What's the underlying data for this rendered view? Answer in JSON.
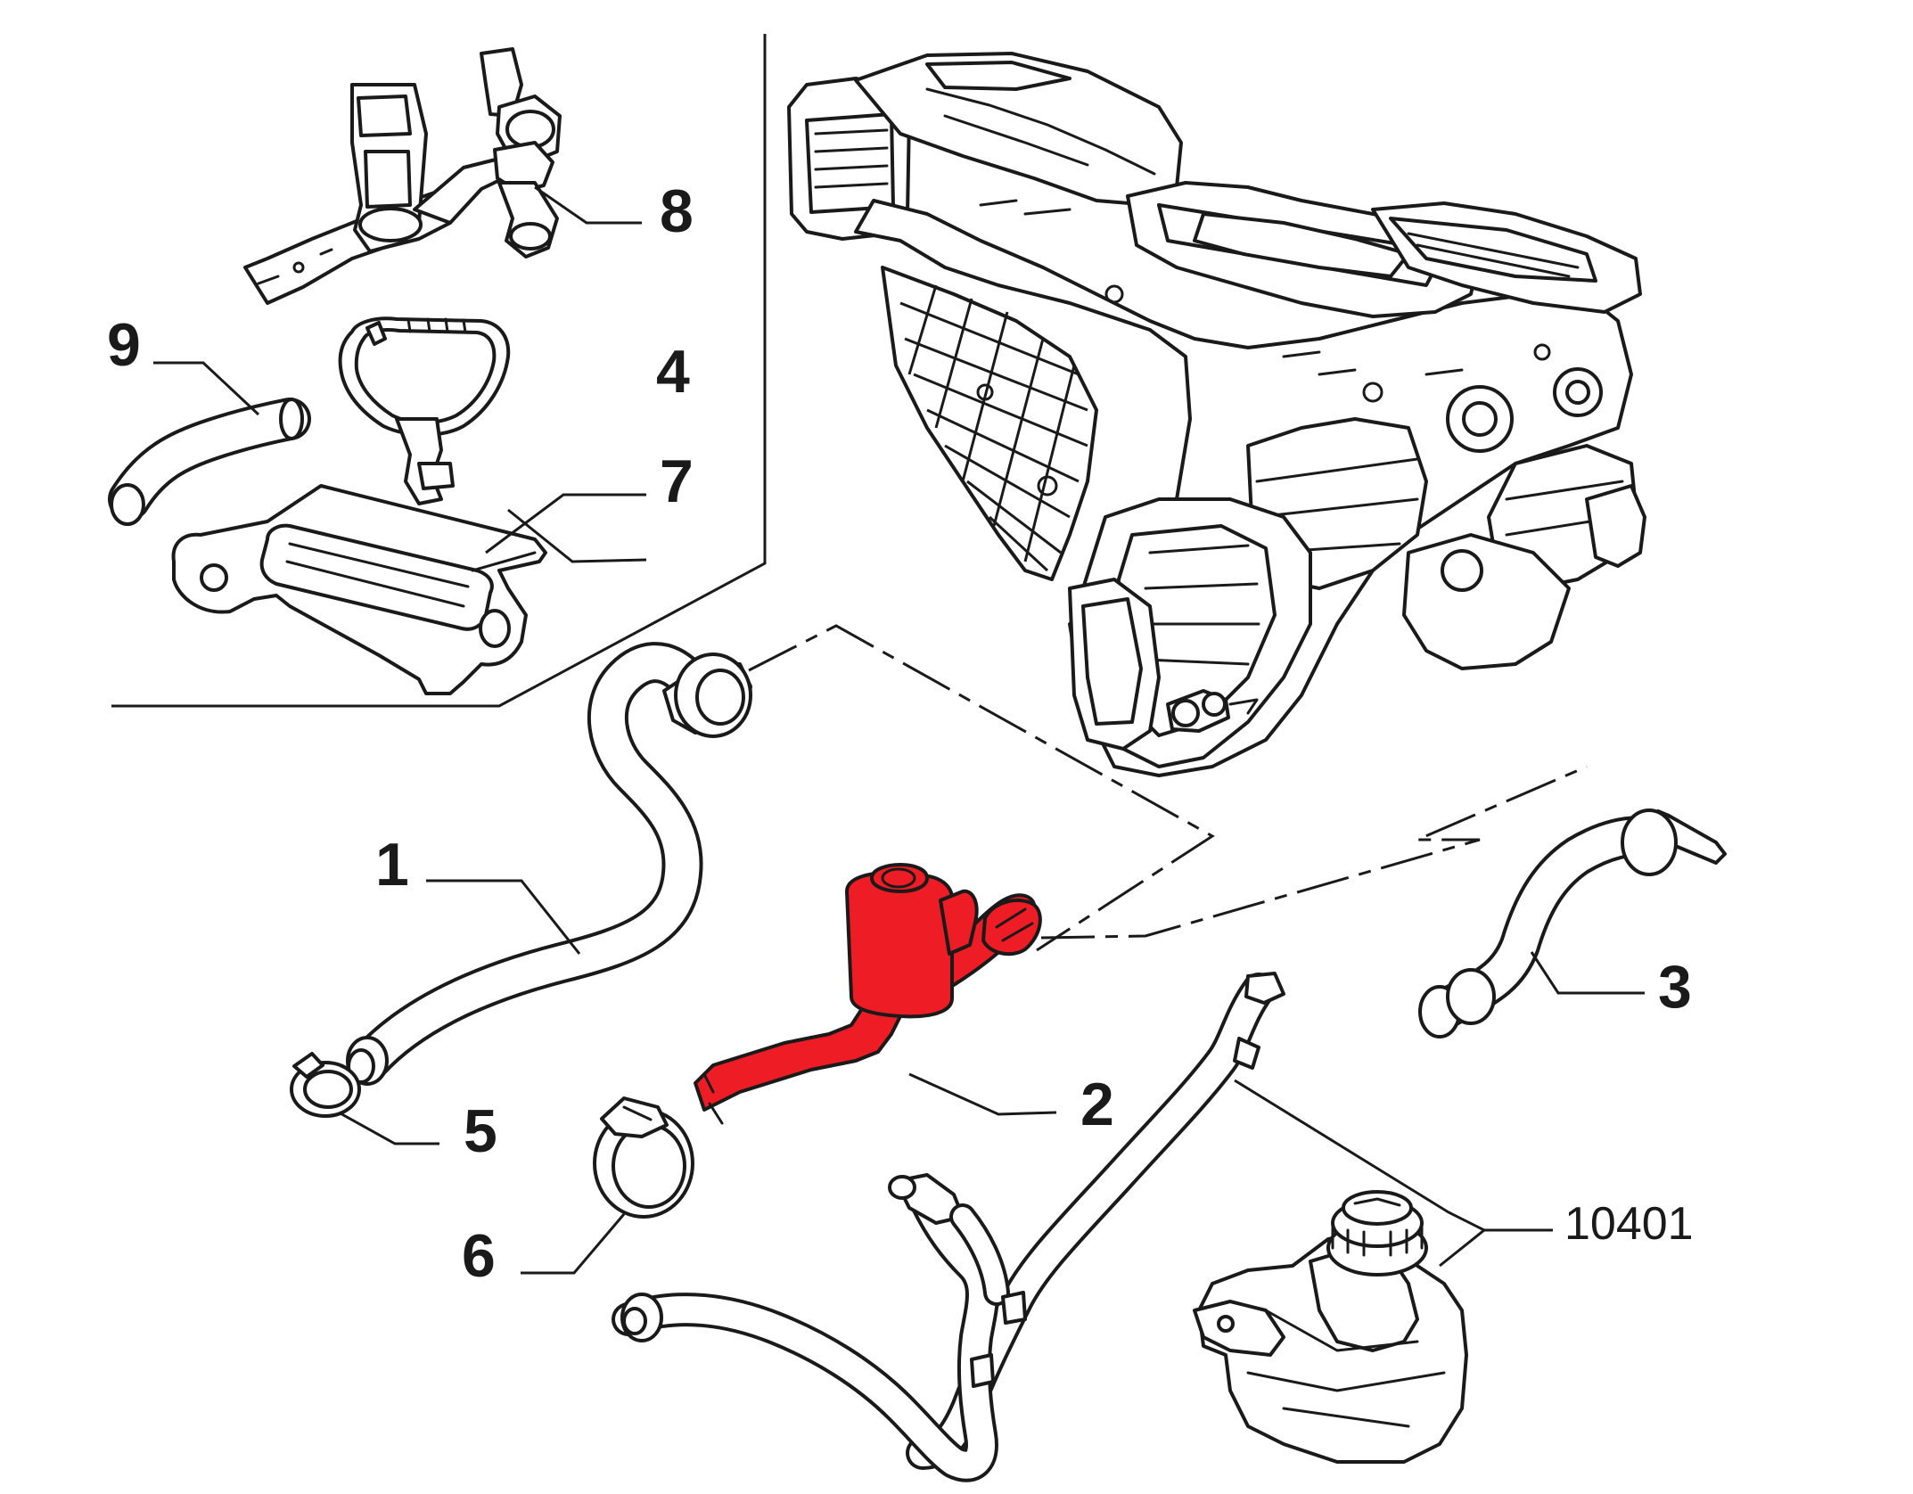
{
  "diagram": {
    "highlight_color": "#ee1c25",
    "line_color": "#1a1a1a",
    "background_color": "#ffffff",
    "callouts": {
      "c1": "1",
      "c2": "2",
      "c3": "3",
      "c4": "4",
      "c5": "5",
      "c6": "6",
      "c7": "7",
      "c8": "8",
      "c9": "9",
      "c10401": "10401"
    }
  }
}
